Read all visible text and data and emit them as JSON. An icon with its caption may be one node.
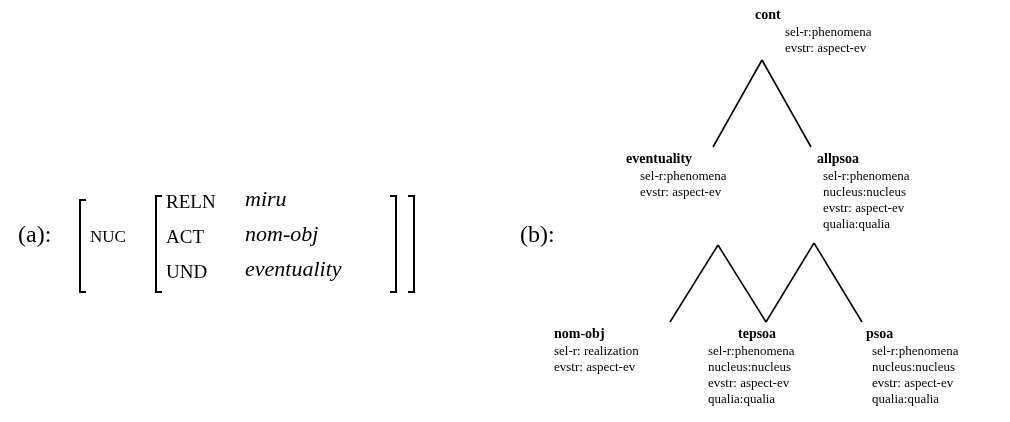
{
  "diagram": {
    "nodes": [
      {
        "text": [
          "cont",
          "sel-r:phenomena",
          "evstr: aspect-ev"
        ]
      },
      {
        "text": [
          "eventuality",
          "sel-r:phenomena",
          "evstr: aspect-ev"
        ]
      },
      {
        "text": [
          "allpsoa",
          "sel-r:phenomena",
          "nucleus:nucleus",
          "evstr: aspect-ev",
          "qualia:qualia"
        ]
      },
      {
        "text": [
          "nom-obj",
          "sel-r: realization",
          "evstr: aspect-ev"
        ]
      },
      {
        "text": [
          "tepsoa",
          "sel-r:phenomena",
          "nucleus:nucleus",
          "evstr: aspect-ev",
          "qualia:qualia"
        ]
      },
      {
        "text": [
          "psoa",
          "sel-r:phenomena",
          "nucleus:nucleus",
          "evstr: aspect-ev",
          "qualia:qualia"
        ]
      }
    ],
    "edges": [
      {
        "from": 0,
        "to": 1,
        "arrow": "none"
      },
      {
        "from": 0,
        "to": 2,
        "arrow": "none"
      },
      {
        "from": 1,
        "to": 3,
        "arrow": "none"
      },
      {
        "from": 1,
        "to": 4,
        "arrow": "none"
      },
      {
        "from": 2,
        "to": 4,
        "arrow": "none"
      },
      {
        "from": 2,
        "to": 5,
        "arrow": "none"
      }
    ],
    "labels": [
      "(a):",
      "NUC",
      "RELN",
      "miru",
      "ACT",
      "nom-obj",
      "UND",
      "eventuality",
      "(b):"
    ]
  }
}
